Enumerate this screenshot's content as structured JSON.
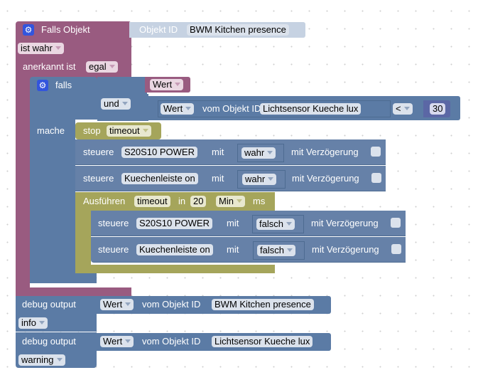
{
  "trigger": {
    "title": "Falls Objekt",
    "object_label": "Objekt ID",
    "object_value": "BWM Kitchen presence",
    "condition": "ist wahr",
    "ack_label": "anerkannt ist",
    "ack_value": "egal"
  },
  "if_block": {
    "label": "falls",
    "value_dropdown": "Wert",
    "and_label": "und",
    "compare": {
      "value_dropdown": "Wert",
      "from_label": "vom Objekt ID",
      "object": "Lichtsensor Kueche lux",
      "operator": "<",
      "number": "30"
    },
    "do_label": "mache"
  },
  "stop": {
    "label": "stop",
    "timer": "timeout"
  },
  "controls": [
    {
      "label": "steuere",
      "device": "S20S10 POWER",
      "with": "mit",
      "value": "wahr",
      "delay_label": "mit Verzögerung"
    },
    {
      "label": "steuere",
      "device": "Kuechenleiste on",
      "with": "mit",
      "value": "wahr",
      "delay_label": "mit Verzögerung"
    }
  ],
  "timeout": {
    "label": "Ausführen",
    "name": "timeout",
    "in_label": "in",
    "value": "20",
    "unit": "Min",
    "ms_label": "ms",
    "controls": [
      {
        "label": "steuere",
        "device": "S20S10 POWER",
        "with": "mit",
        "value": "falsch",
        "delay_label": "mit Verzögerung"
      },
      {
        "label": "steuere",
        "device": "Kuechenleiste on",
        "with": "mit",
        "value": "falsch",
        "delay_label": "mit Verzögerung"
      }
    ]
  },
  "debug": [
    {
      "label": "debug output",
      "value_dropdown": "Wert",
      "from_label": "vom Objekt ID",
      "object": "BWM Kitchen presence",
      "level": "info"
    },
    {
      "label": "debug output",
      "value_dropdown": "Wert",
      "from_label": "vom Objekt ID",
      "object": "Lichtsensor Kueche lux",
      "level": "warning"
    }
  ],
  "icons": {
    "gear": "⚙"
  }
}
